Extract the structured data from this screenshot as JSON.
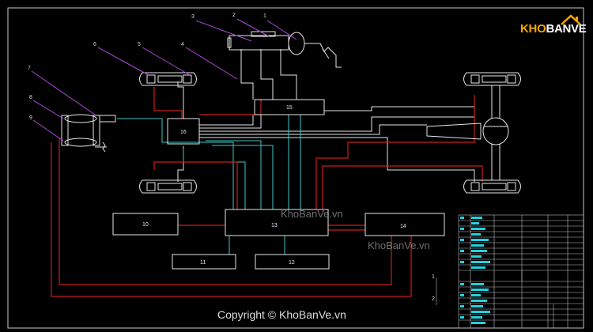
{
  "colors": {
    "background": "#000000",
    "frame": "#c8c8c8",
    "wire_white": "#e6e6e6",
    "wire_red": "#c81e1e",
    "wire_cyan": "#3fc6c6",
    "leader_purple": "#b04ad8",
    "table_cyan": "#21d2e0",
    "logo_orange": "#f7a400"
  },
  "callouts": [
    "1",
    "2",
    "3",
    "4",
    "5",
    "6",
    "7",
    "8",
    "9"
  ],
  "boxes": {
    "b10": "10",
    "b11": "11",
    "b12": "12",
    "b13": "13",
    "b14": "14",
    "b15": "15",
    "b16": "16"
  },
  "side_marks": [
    "1",
    "2"
  ],
  "watermark": {
    "center": "KhoBanVe.vn",
    "right": "KhoBanVe.vn"
  },
  "copyright": "Copyright © KhoBanVe.vn",
  "logo": {
    "part1": "KHO",
    "part2": "BANVE",
    "icon": "house-roof-icon"
  }
}
